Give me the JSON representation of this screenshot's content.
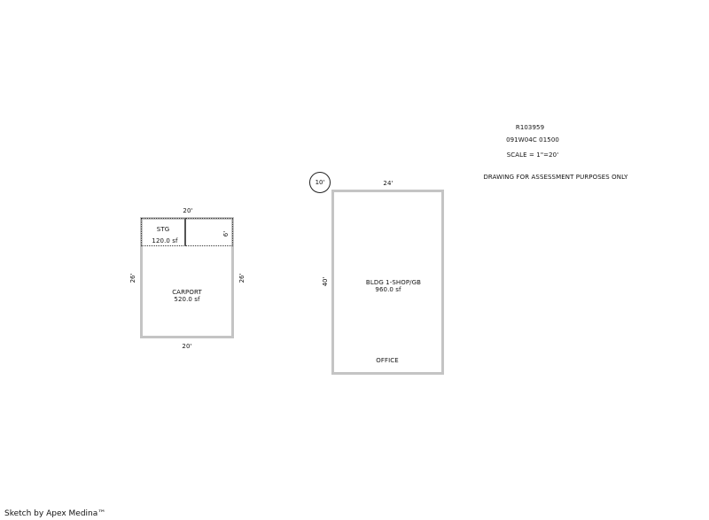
{
  "header": {
    "parcel_id": "R103959",
    "map_number": "091W04C 01500",
    "scale": "SCALE = 1\"=20'",
    "disclaimer": "DRAWING FOR ASSESSMENT PURPOSES ONLY"
  },
  "carport": {
    "label": "CARPORT",
    "area": "520.0 sf",
    "top_dim": "20'",
    "bottom_dim": "20'",
    "left_dim": "26'",
    "right_dim": "26'"
  },
  "storage": {
    "label": "STG",
    "area": "120.0 sf",
    "depth_dim": "6'"
  },
  "building": {
    "label": "BLDG 1-SHOP/GB",
    "area": "960.0 sf",
    "top_dim": "24'",
    "left_dim": "40'",
    "office_label": "OFFICE",
    "height_marker": "10'"
  },
  "footer": {
    "credit": "Sketch by Apex Medina™"
  }
}
